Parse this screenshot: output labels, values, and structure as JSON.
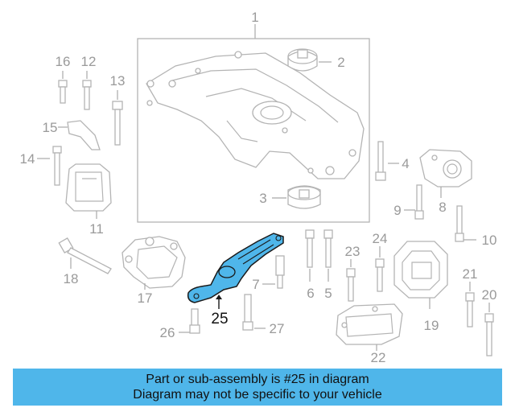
{
  "callouts": {
    "c1": "1",
    "c2": "2",
    "c3": "3",
    "c4": "4",
    "c5": "5",
    "c6": "6",
    "c7": "7",
    "c8": "8",
    "c9": "9",
    "c10": "10",
    "c11": "11",
    "c12": "12",
    "c13": "13",
    "c14": "14",
    "c15": "15",
    "c16": "16",
    "c17": "17",
    "c18": "18",
    "c19": "19",
    "c20": "20",
    "c21": "21",
    "c22": "22",
    "c23": "23",
    "c24": "24",
    "c25": "25",
    "c26": "26",
    "c27": "27"
  },
  "highlight": {
    "part_number": "25",
    "color": "#4fb6ea"
  },
  "banner": {
    "line1": "Part or sub-assembly is #25 in diagram",
    "line2": "Diagram may not be specific to your vehicle",
    "color": "#4fb6ea"
  }
}
